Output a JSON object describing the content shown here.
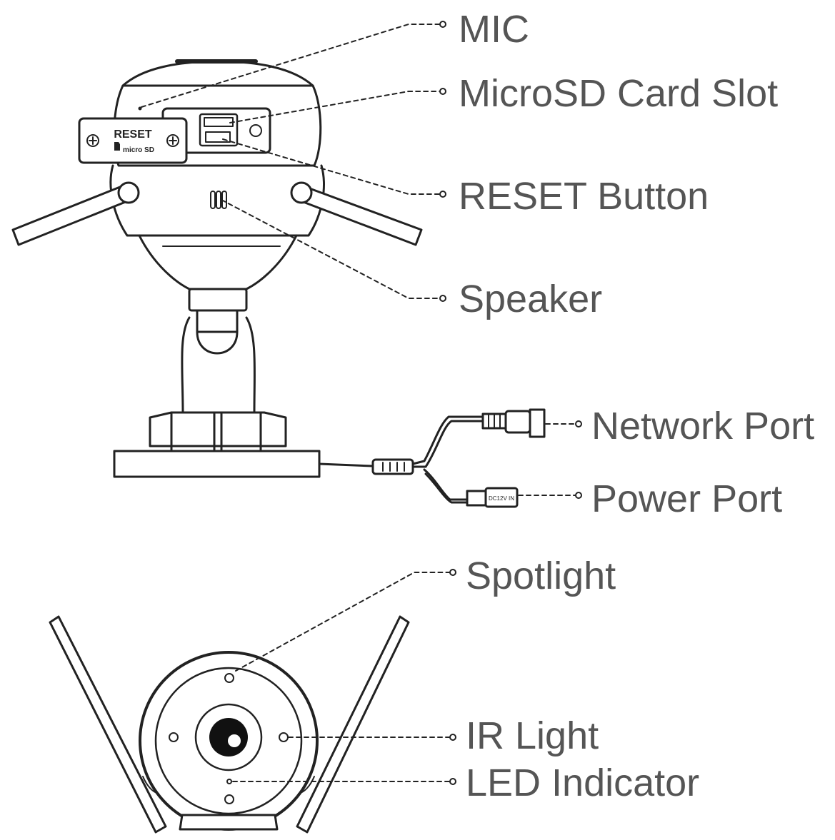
{
  "labels": {
    "mic": "MIC",
    "microsd_slot": "MicroSD Card Slot",
    "reset_button": "RESET Button",
    "speaker": "Speaker",
    "network_port": "Network Port",
    "power_port": "Power Port",
    "spotlight": "Spotlight",
    "ir_light": "IR Light",
    "led_indicator": "LED Indicator"
  },
  "plate": {
    "reset": "RESET",
    "micro_sd": "micro SD"
  },
  "power_jack_marking": "DC12V IN",
  "colors": {
    "line": "#222222",
    "label": "#555555",
    "background": "#ffffff"
  }
}
